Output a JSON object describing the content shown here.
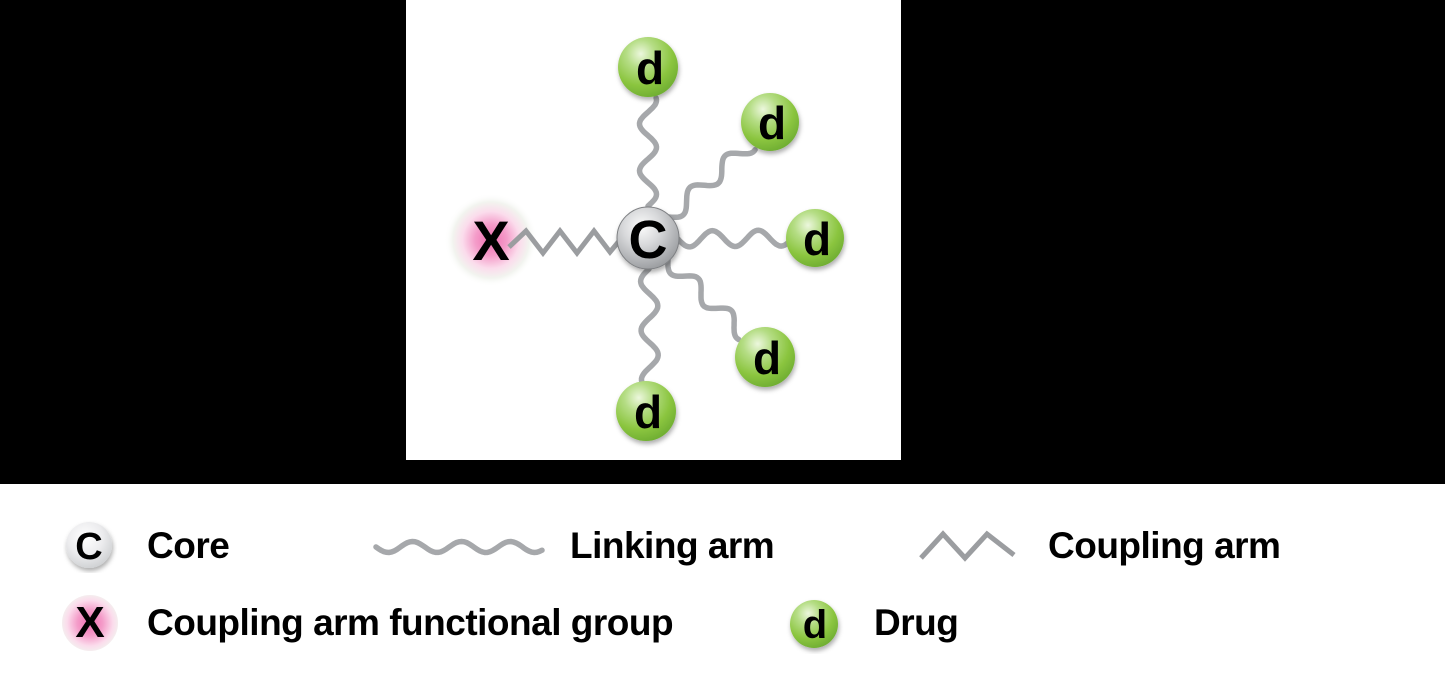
{
  "diagram": {
    "core_label": "C",
    "drug_label": "d",
    "coupling_group_label": "X"
  },
  "legend": {
    "core": {
      "symbol": "C",
      "label": "Core"
    },
    "linking_arm": {
      "label": "Linking arm"
    },
    "coupling_arm": {
      "label": "Coupling arm"
    },
    "coupling_group": {
      "symbol": "X",
      "label": "Coupling arm functional group"
    },
    "drug": {
      "symbol": "d",
      "label": "Drug"
    }
  },
  "colors": {
    "background": "#000000",
    "panel": "#ffffff",
    "linking_arm_gray": "#a6a8ab",
    "coupling_arm_gray": "#9b9da0",
    "drug_green": "#8bc53f",
    "core_gray": "#a8aaad",
    "functional_group_pink": "#ee6fae"
  }
}
